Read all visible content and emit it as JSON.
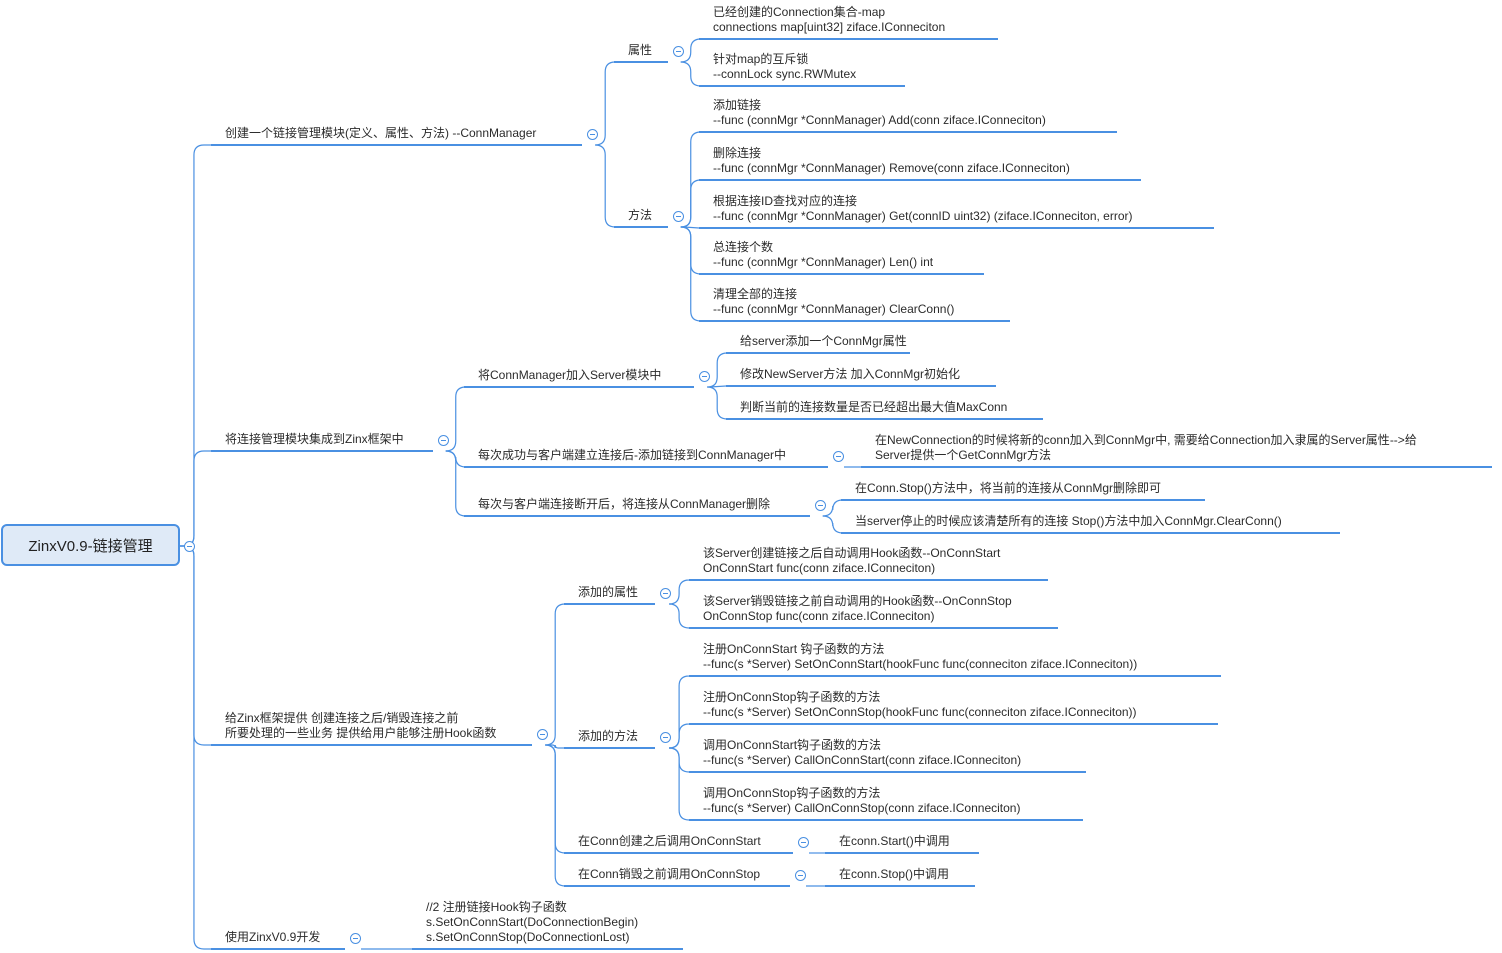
{
  "root": "ZinxV0.9-链接管理",
  "nodes": {
    "b1": [
      "创建一个链接管理模块(定义、属性、方法) --ConnManager"
    ],
    "b1_attr": [
      "属性"
    ],
    "b1_attr_1": [
      "已经创建的Connection集合-map",
      "connections map[uint32] ziface.IConneciton"
    ],
    "b1_attr_2": [
      "针对map的互斥锁",
      "--connLock    sync.RWMutex"
    ],
    "b1_method": [
      "方法"
    ],
    "b1_method_1": [
      "添加链接",
      "--func (connMgr *ConnManager) Add(conn ziface.IConneciton)"
    ],
    "b1_method_2": [
      "删除连接",
      "--func (connMgr *ConnManager)  Remove(conn ziface.IConneciton)"
    ],
    "b1_method_3": [
      "根据连接ID查找对应的连接",
      "--func (connMgr *ConnManager) Get(connID uint32) (ziface.IConneciton, error)"
    ],
    "b1_method_4": [
      "总连接个数",
      "--func (connMgr *ConnManager) Len() int"
    ],
    "b1_method_5": [
      "清理全部的连接",
      "--func (connMgr *ConnManager) ClearConn()"
    ],
    "b2": [
      "将连接管理模块集成到Zinx框架中"
    ],
    "b2_1": [
      "将ConnManager加入Server模块中"
    ],
    "b2_1_1": [
      "给server添加一个ConnMgr属性"
    ],
    "b2_1_2": [
      "修改NewServer方法 加入ConnMgr初始化"
    ],
    "b2_1_3": [
      "判断当前的连接数量是否已经超出最大值MaxConn"
    ],
    "b2_2": [
      "每次成功与客户端建立连接后-添加链接到ConnManager中"
    ],
    "b2_2_1": [
      "在NewConnection的时候将新的conn加入到ConnMgr中, 需要给Connection加入隶属的Server属性-->给",
      "Server提供一个GetConnMgr方法"
    ],
    "b2_3": [
      "每次与客户端连接断开后，将连接从ConnManager删除"
    ],
    "b2_3_1": [
      "在Conn.Stop()方法中，将当前的连接从ConnMgr删除即可"
    ],
    "b2_3_2": [
      "当server停止的时候应该清楚所有的连接 Stop()方法中加入ConnMgr.ClearConn()"
    ],
    "b3": [
      "给Zinx框架提供 创建连接之后/销毁连接之前",
      "所要处理的一些业务 提供给用户能够注册Hook函数"
    ],
    "b3_attr": [
      "添加的属性"
    ],
    "b3_attr_1": [
      "该Server创建链接之后自动调用Hook函数--OnConnStart",
      "OnConnStart func(conn ziface.IConneciton)"
    ],
    "b3_attr_2": [
      "该Server销毁链接之前自动调用的Hook函数--OnConnStop",
      "OnConnStop func(conn ziface.IConneciton)"
    ],
    "b3_method": [
      "添加的方法"
    ],
    "b3_method_1": [
      "注册OnConnStart 钩子函数的方法",
      "--func(s *Server) SetOnConnStart(hookFunc func(conneciton ziface.IConneciton))"
    ],
    "b3_method_2": [
      "注册OnConnStop钩子函数的方法",
      "--func(s *Server) SetOnConnStop(hookFunc func(conneciton ziface.IConneciton))"
    ],
    "b3_method_3": [
      "调用OnConnStart钩子函数的方法",
      "--func(s *Server) CallOnConnStart(conn ziface.IConneciton)"
    ],
    "b3_method_4": [
      "调用OnConnStop钩子函数的方法",
      "--func(s *Server) CallOnConnStop(conn ziface.IConneciton)"
    ],
    "b3_call_start": [
      "在Conn创建之后调用OnConnStart"
    ],
    "b3_call_start_1": [
      "在conn.Start()中调用"
    ],
    "b3_call_stop": [
      "在Conn销毁之前调用OnConnStop"
    ],
    "b3_call_stop_1": [
      "在conn.Stop()中调用"
    ],
    "b4": [
      "使用ZinxV0.9开发"
    ],
    "b4_1": [
      "//2 注册链接Hook钩子函数",
      "s.SetOnConnStart(DoConnectionBegin)",
      "s.SetOnConnStop(DoConnectionLost)"
    ]
  },
  "colors": {
    "line": "#4a90e2",
    "root_fill": "#dfeaf7",
    "text": "#2b2b2b"
  }
}
